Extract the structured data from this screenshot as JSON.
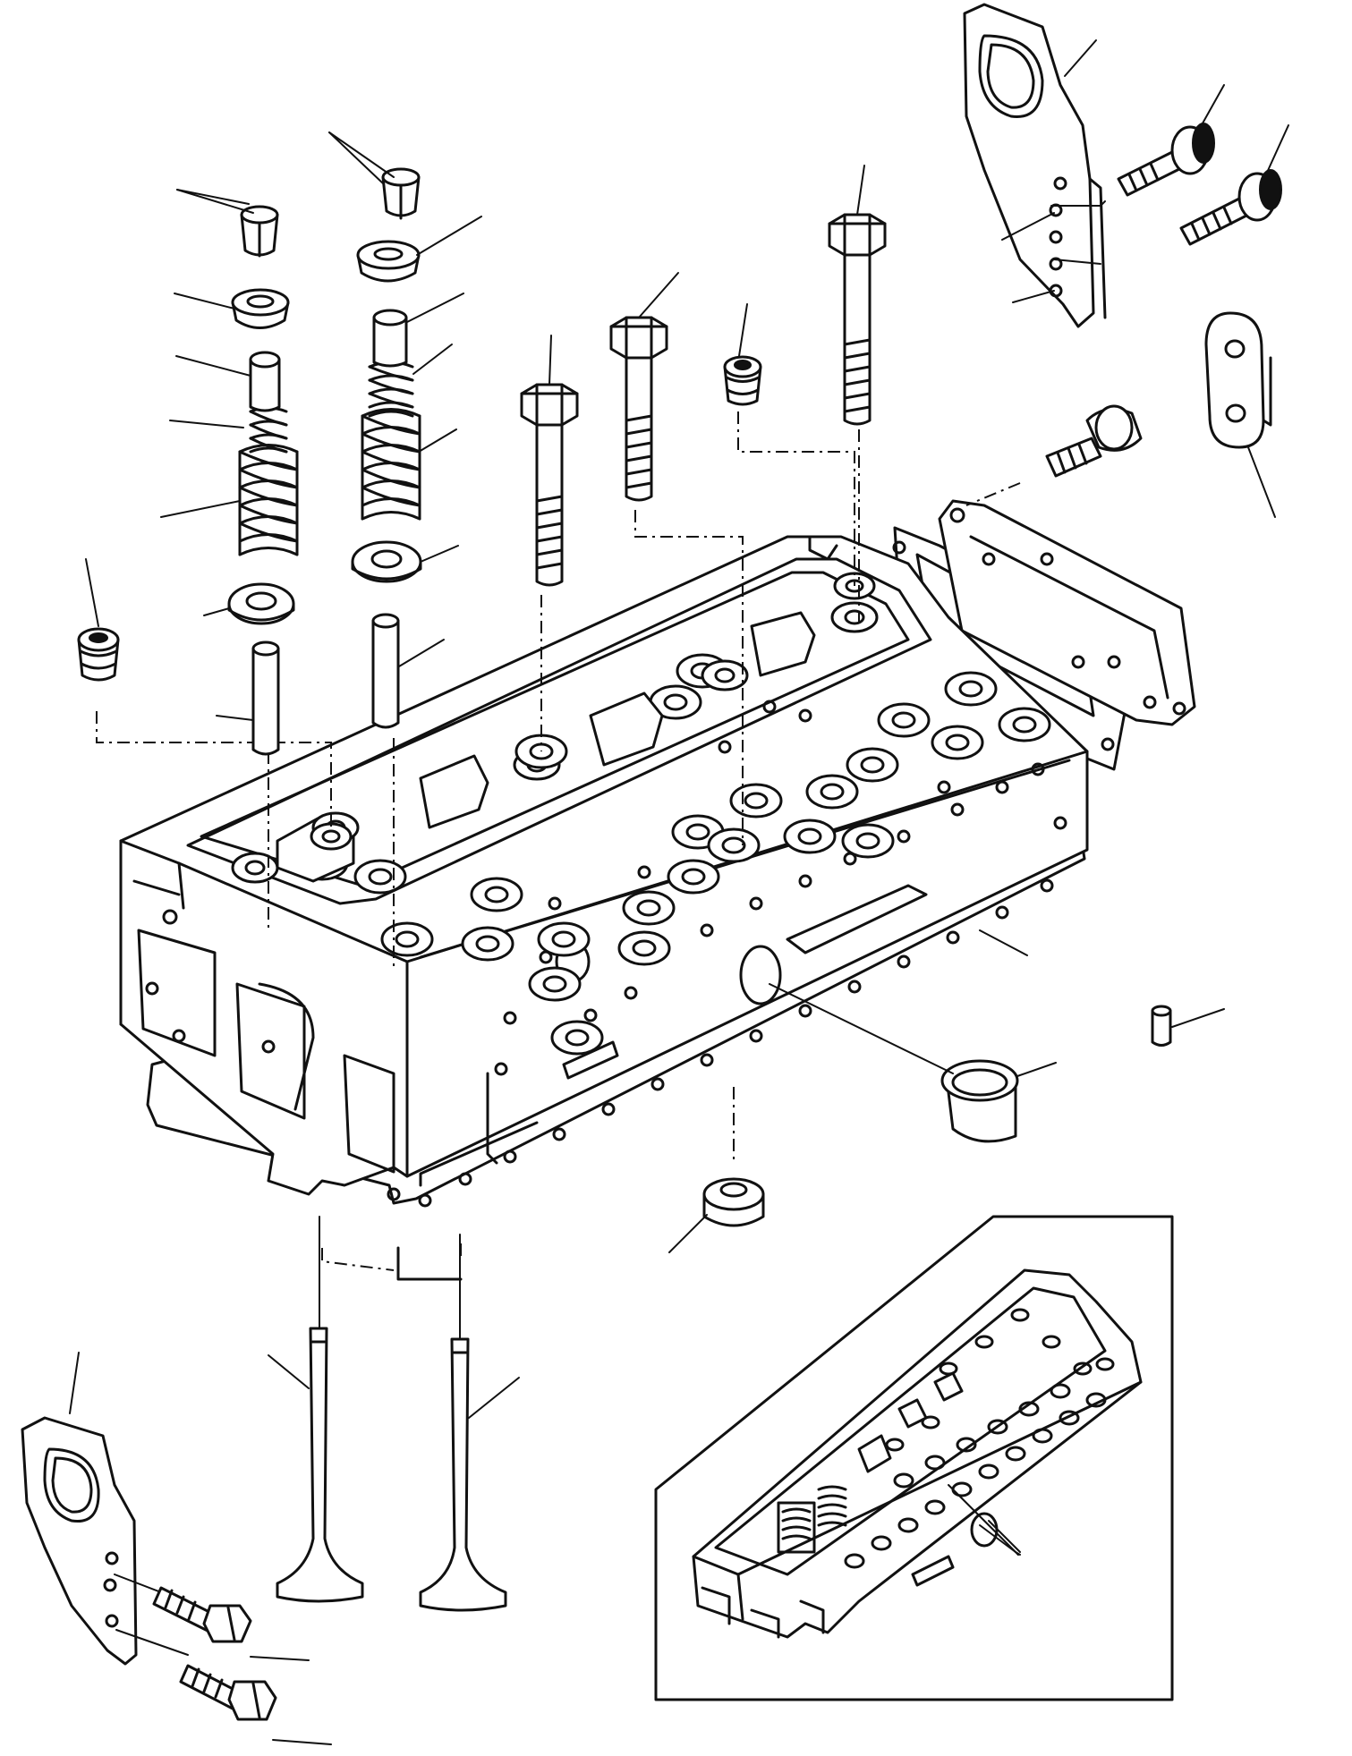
{
  "diagram": {
    "background": "#ffffff",
    "line_color": "#111111",
    "parts": [
      {
        "id": "cylinder-head"
      },
      {
        "id": "head-gasket"
      },
      {
        "id": "valve-collet-left"
      },
      {
        "id": "valve-collet-right"
      },
      {
        "id": "spring-retainer-left"
      },
      {
        "id": "spring-retainer-right"
      },
      {
        "id": "valve-cap-left"
      },
      {
        "id": "valve-cap-right"
      },
      {
        "id": "inner-spring-left"
      },
      {
        "id": "inner-spring-right"
      },
      {
        "id": "outer-spring-left"
      },
      {
        "id": "outer-spring-right"
      },
      {
        "id": "spring-seat-washer-left"
      },
      {
        "id": "spring-seat-washer-right"
      },
      {
        "id": "valve-guide-left"
      },
      {
        "id": "valve-guide-right"
      },
      {
        "id": "intake-valve"
      },
      {
        "id": "exhaust-valve"
      },
      {
        "id": "head-bolt-short"
      },
      {
        "id": "head-bolt-medium"
      },
      {
        "id": "head-bolt-long"
      },
      {
        "id": "plug-left"
      },
      {
        "id": "plug-top"
      },
      {
        "id": "lifting-bracket-top"
      },
      {
        "id": "lifting-bracket-bottom"
      },
      {
        "id": "bracket-bolts"
      },
      {
        "id": "cover-plate"
      },
      {
        "id": "cover-gasket"
      },
      {
        "id": "cover-bolt"
      },
      {
        "id": "link-plate"
      },
      {
        "id": "dowel-pin"
      },
      {
        "id": "sealing-cap"
      },
      {
        "id": "seal-cup"
      },
      {
        "id": "assembled-head-inset"
      }
    ]
  }
}
